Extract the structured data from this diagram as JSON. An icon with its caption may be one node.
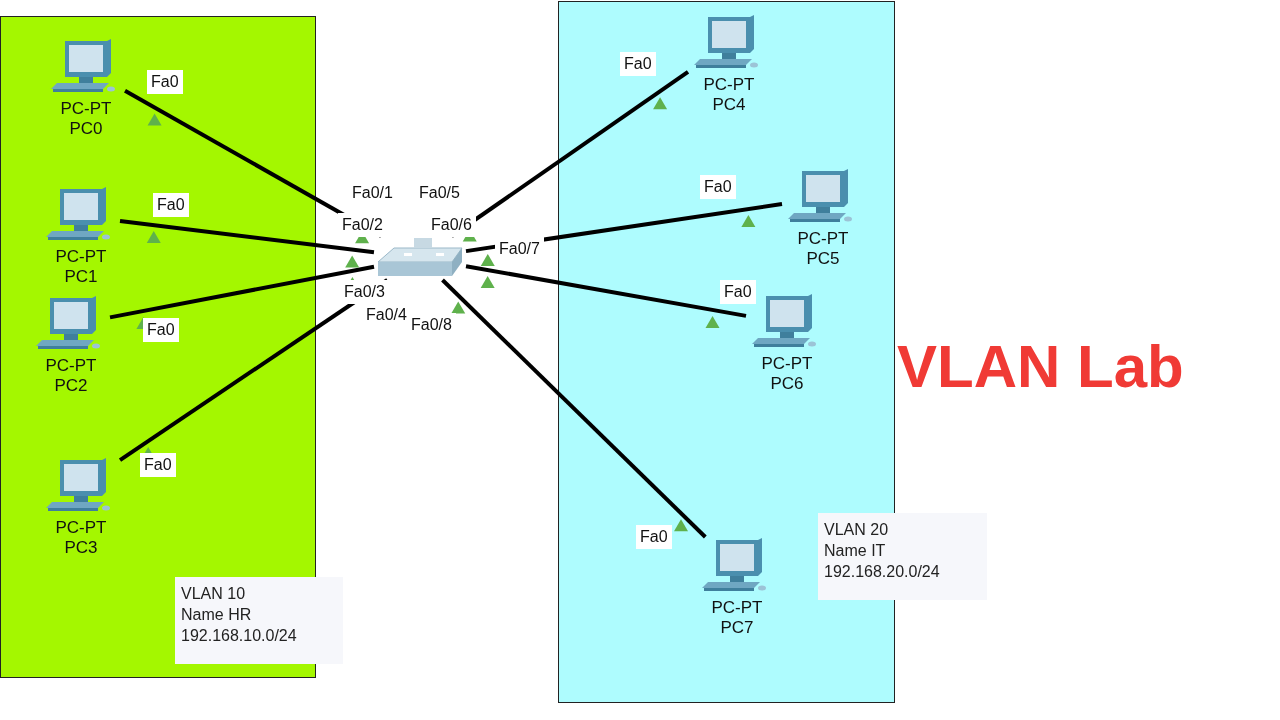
{
  "diagram": {
    "title": "VLAN Lab",
    "nodes": [
      {
        "text": [],
        "shape": "box"
      },
      {
        "text": [
          "PC-PT",
          "PC0"
        ],
        "in": 0
      },
      {
        "text": [
          "PC-PT",
          "PC1"
        ],
        "in": 0
      },
      {
        "text": [
          "PC-PT",
          "PC2"
        ],
        "in": 0
      },
      {
        "text": [
          "PC-PT",
          "PC3"
        ],
        "in": 0
      },
      {
        "text": [],
        "shape": "box"
      },
      {
        "text": [],
        "shape": "box"
      },
      {
        "text": [
          "PC-PT",
          "PC4"
        ],
        "in": 6
      },
      {
        "text": [
          "PC-PT",
          "PC5"
        ],
        "in": 6
      },
      {
        "text": [
          "PC-PT",
          "PC6"
        ],
        "in": 6
      },
      {
        "text": [
          "PC-PT",
          "PC7"
        ],
        "in": 6
      },
      {
        "text": [
          "VLAN 10",
          "Name HR",
          "192.168.10.0/24"
        ]
      },
      {
        "text": [
          "VLAN 20",
          "Name IT",
          "192.168.20.0/24"
        ]
      }
    ],
    "edges": [
      {
        "from": 1,
        "to": 5,
        "arrow": "none"
      },
      {
        "from": 2,
        "to": 5,
        "arrow": "none"
      },
      {
        "from": 3,
        "to": 5,
        "arrow": "none"
      },
      {
        "from": 4,
        "to": 5,
        "arrow": "none"
      },
      {
        "from": 7,
        "to": 5,
        "arrow": "none"
      },
      {
        "from": 8,
        "to": 5,
        "arrow": "none"
      },
      {
        "from": 9,
        "to": 5,
        "arrow": "none"
      },
      {
        "from": 10,
        "to": 5,
        "arrow": "none"
      }
    ],
    "labels": [
      "Fa0",
      "Fa0",
      "Fa0",
      "Fa0/1",
      "Fa0/5",
      "Fa0",
      "Fa0/2",
      "Fa0/6",
      "Fa0/7",
      "Fa0/3",
      "Fa0",
      "Fa0/4",
      "Fa0/8",
      "Fa0",
      "Fa0",
      "Fa0"
    ]
  }
}
